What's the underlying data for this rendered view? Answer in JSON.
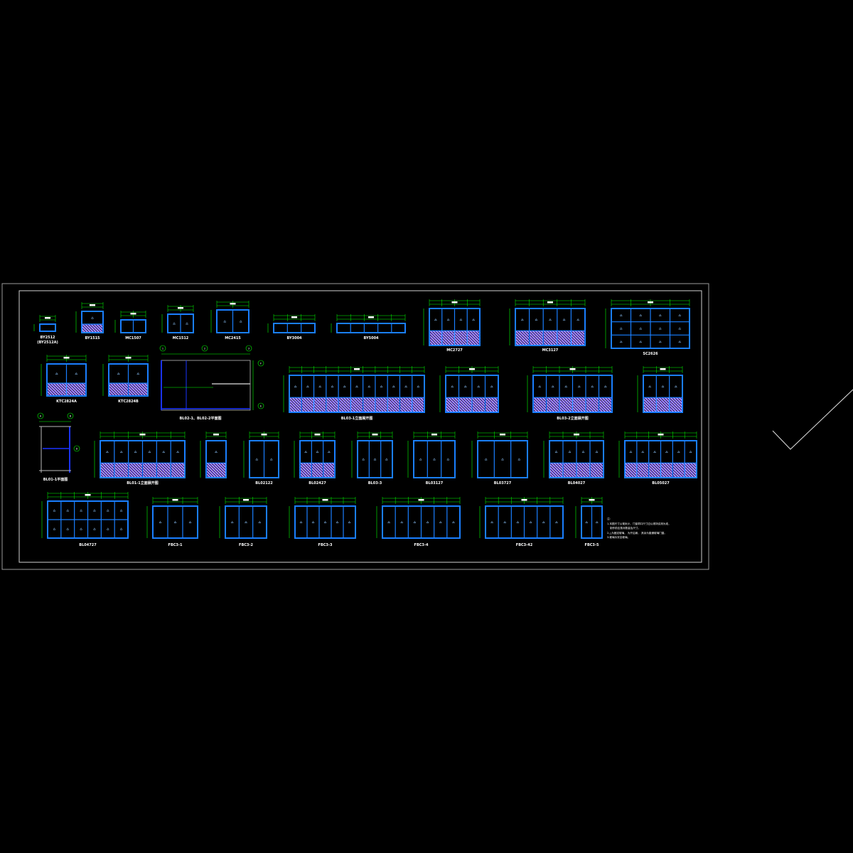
{
  "colors": {
    "background": "#000000",
    "frame": "#1a7fff",
    "dimension": "#00ff00",
    "hatch": "#9a7cff",
    "border": "#9a9a9a",
    "glass_mark": "#8fc7ff"
  },
  "drawings": [
    {
      "label": "BY2512",
      "sublabel": "(BY2512A)"
    },
    {
      "label": "BY1515"
    },
    {
      "label": "MC1507"
    },
    {
      "label": "MC1512"
    },
    {
      "label": "MC2415"
    },
    {
      "label": "BY3004"
    },
    {
      "label": "BY5004"
    },
    {
      "label": "MC2727"
    },
    {
      "label": "MC3127"
    },
    {
      "label": "SC2626"
    },
    {
      "label": "KTC2824A"
    },
    {
      "label": "KTC2824B"
    },
    {
      "label": "BL02-1、BL02-2平面图"
    },
    {
      "label": "BL03-1立面展开图"
    },
    {
      "label": ""
    },
    {
      "label": "BL03-2立面展开图"
    },
    {
      "label": ""
    },
    {
      "label": "BL01-1平面图"
    },
    {
      "label": "BL01-1立面展开图"
    },
    {
      "label": ""
    },
    {
      "label": "BL02122"
    },
    {
      "label": "BL02427"
    },
    {
      "label": "BL03-3"
    },
    {
      "label": "BL03127"
    },
    {
      "label": "BL03727"
    },
    {
      "label": "BL04027"
    },
    {
      "label": "BL05027"
    },
    {
      "label": "BL04727"
    },
    {
      "label": "FBC3-1"
    },
    {
      "label": "FBC3-2"
    },
    {
      "label": "FBC3-3"
    },
    {
      "label": "FBC3-4"
    },
    {
      "label": "FBC3-42"
    },
    {
      "label": "FBC3-5"
    }
  ],
  "axes": [
    "1",
    "2",
    "3",
    "F",
    "E",
    "A",
    "B",
    "D"
  ],
  "notes": {
    "title": "注:",
    "lines": [
      "1.本图尺寸以毫米计，门窗洞口尺寸应以现场实测为准，",
      "  制作前应核对数量及尺寸。",
      "2.△为固定玻璃，  为开启扇，  其余为普通玻璃门窗。",
      "3.玻璃为安全玻璃。"
    ]
  }
}
